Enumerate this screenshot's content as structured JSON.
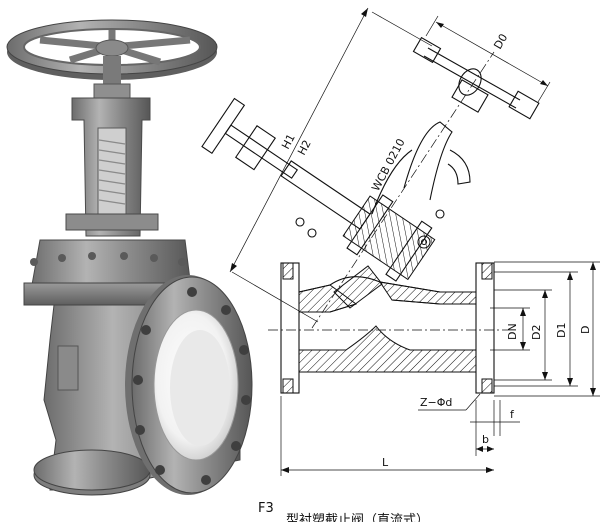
{
  "drawing": {
    "labels": {
      "d0": "D0",
      "h1": "H1",
      "h2": "H2",
      "material": "WCB 0210",
      "dn": "DN",
      "d2": "D2",
      "d1": "D1",
      "d": "D",
      "z_phi_d": "Z−Φd",
      "f": "f",
      "b": "b",
      "l": "L"
    }
  },
  "caption": {
    "superscript": "F3",
    "text": "型衬塑截止阀（直流式）"
  }
}
